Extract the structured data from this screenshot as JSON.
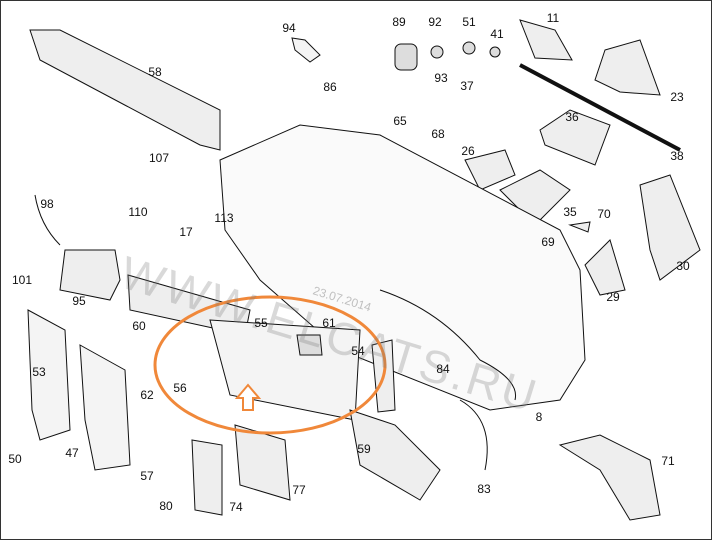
{
  "diagram": {
    "watermark": "WWW.ELCATS.RU",
    "watermark_date": "23.07.2014",
    "highlight_color": "#f0883a",
    "labels": [
      {
        "id": "94"
      },
      {
        "id": "89"
      },
      {
        "id": "92"
      },
      {
        "id": "51"
      },
      {
        "id": "41"
      },
      {
        "id": "11"
      },
      {
        "id": "58"
      },
      {
        "id": "86"
      },
      {
        "id": "93"
      },
      {
        "id": "37"
      },
      {
        "id": "23"
      },
      {
        "id": "65"
      },
      {
        "id": "68"
      },
      {
        "id": "36"
      },
      {
        "id": "26"
      },
      {
        "id": "107"
      },
      {
        "id": "38"
      },
      {
        "id": "98"
      },
      {
        "id": "110"
      },
      {
        "id": "17"
      },
      {
        "id": "113"
      },
      {
        "id": "35"
      },
      {
        "id": "70"
      },
      {
        "id": "69"
      },
      {
        "id": "101"
      },
      {
        "id": "95"
      },
      {
        "id": "30"
      },
      {
        "id": "29"
      },
      {
        "id": "60"
      },
      {
        "id": "55"
      },
      {
        "id": "61"
      },
      {
        "id": "53"
      },
      {
        "id": "54"
      },
      {
        "id": "84"
      },
      {
        "id": "62"
      },
      {
        "id": "56"
      },
      {
        "id": "8"
      },
      {
        "id": "50"
      },
      {
        "id": "47"
      },
      {
        "id": "57"
      },
      {
        "id": "59"
      },
      {
        "id": "71"
      },
      {
        "id": "80"
      },
      {
        "id": "77"
      },
      {
        "id": "74"
      },
      {
        "id": "83"
      }
    ]
  }
}
